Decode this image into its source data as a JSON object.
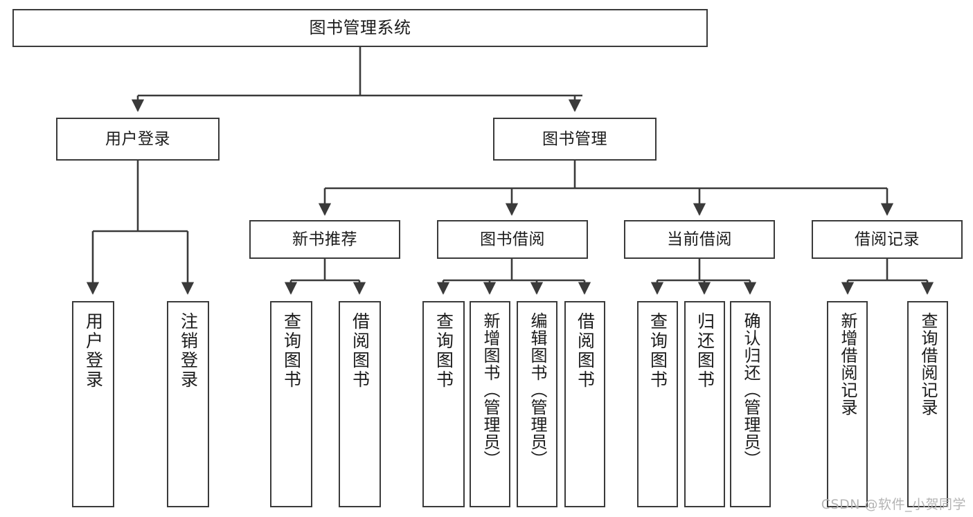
{
  "diagram": {
    "type": "tree-hierarchy",
    "title": "图书管理系统",
    "root": {
      "label": "图书管理系统"
    },
    "level2": [
      {
        "label": "用户登录"
      },
      {
        "label": "图书管理"
      }
    ],
    "level3": [
      {
        "label": "新书推荐"
      },
      {
        "label": "图书借阅"
      },
      {
        "label": "当前借阅"
      },
      {
        "label": "借阅记录"
      }
    ],
    "leaves": {
      "user_login": [
        "用户登录",
        "注销登录"
      ],
      "new_book_recommend": [
        "查询图书",
        "借阅图书"
      ],
      "book_borrow": [
        "查询图书",
        "新增图书（管理员）",
        "编辑图书（管理员）",
        "借阅图书"
      ],
      "current_borrow": [
        "查询图书",
        "归还图书",
        "确认归还（管理员）"
      ],
      "borrow_record": [
        "新增借阅记录",
        "查询借阅记录"
      ]
    },
    "colors": {
      "stroke": "#3a3a3a",
      "text": "#1b1b1b",
      "background": "#ffffff",
      "watermark": "#b4b4b4"
    }
  },
  "watermark": {
    "text": "CSDN @软件_小贺同学"
  }
}
